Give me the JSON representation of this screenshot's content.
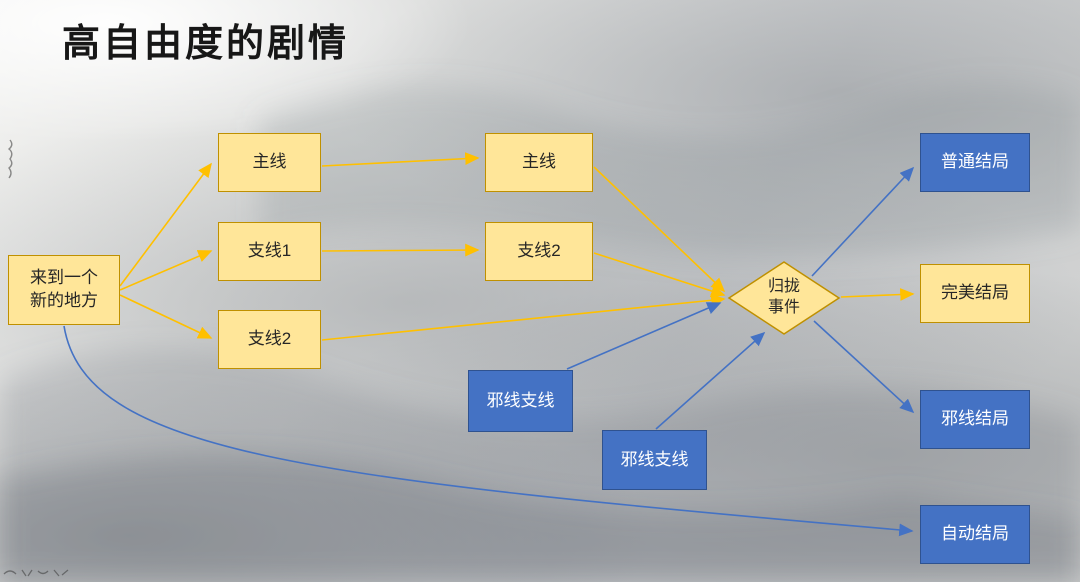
{
  "slide": {
    "title": "高自由度的剧情"
  },
  "diagram": {
    "nodes": {
      "start": {
        "label": "来到一个\n新的地方",
        "style": "yellow-box"
      },
      "main_a": {
        "label": "主线",
        "style": "yellow-box"
      },
      "branch1": {
        "label": "支线1",
        "style": "yellow-box"
      },
      "branch2": {
        "label": "支线2",
        "style": "yellow-box"
      },
      "main_b": {
        "label": "主线",
        "style": "yellow-box"
      },
      "branch2b": {
        "label": "支线2",
        "style": "yellow-box"
      },
      "evil1": {
        "label": "邪线支线",
        "style": "blue-box"
      },
      "evil2": {
        "label": "邪线支线",
        "style": "blue-box"
      },
      "converge": {
        "label": "归拢\n事件",
        "style": "yellow-diamond"
      },
      "end_normal": {
        "label": "普通结局",
        "style": "blue-box"
      },
      "end_perfect": {
        "label": "完美结局",
        "style": "yellow-box"
      },
      "end_evil": {
        "label": "邪线结局",
        "style": "blue-box"
      },
      "end_auto": {
        "label": "自动结局",
        "style": "blue-box"
      }
    },
    "colors": {
      "yellow_node_fill": "#FFE699",
      "yellow_node_border": "#BF9000",
      "blue_node_fill": "#4472C4",
      "blue_node_border": "#2F528F",
      "yellow_arrow": "#FFC000",
      "blue_arrow": "#4472C4",
      "title_text": "#171717"
    }
  }
}
